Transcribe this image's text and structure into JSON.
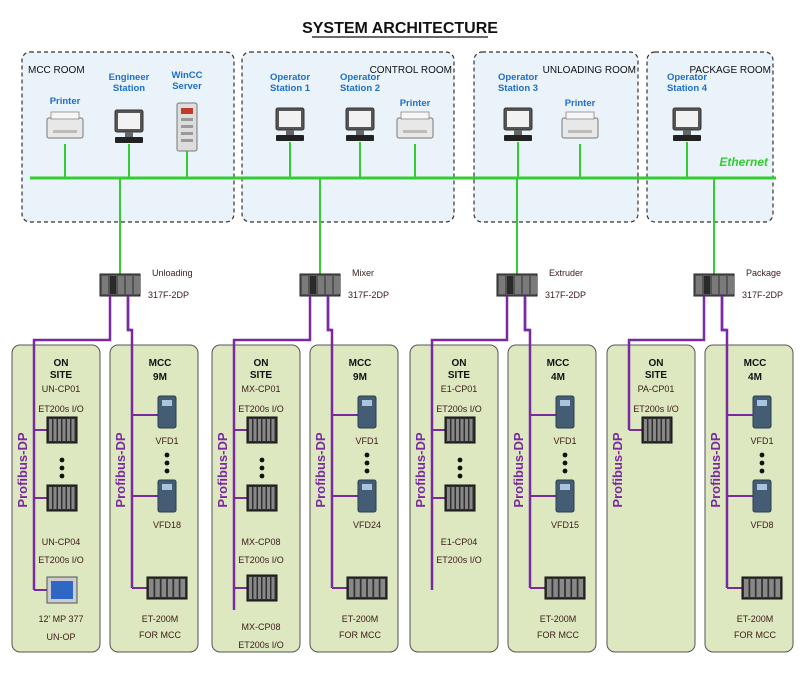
{
  "title": "SYSTEM ARCHITECTURE",
  "colors": {
    "ethernet": "#33cc33",
    "profibus": "#7a2aa0",
    "room_fill": "#eaf3f9",
    "zone_fill": "#dde8c0",
    "label_blue": "#1e6fc8",
    "dark": "#3b1a1a"
  },
  "rooms": [
    {
      "id": "mcc",
      "name": "MCC ROOM"
    },
    {
      "id": "control",
      "name": "CONTROL ROOM"
    },
    {
      "id": "unloading",
      "name": "UNLOADING ROOM"
    },
    {
      "id": "package",
      "name": "PACKAGE ROOM"
    }
  ],
  "room_devices": [
    {
      "id": "printer1",
      "label": "Printer",
      "icon": "printer-icon"
    },
    {
      "id": "eng",
      "label": "Engineer Station",
      "line1": "Engineer",
      "line2": "Station",
      "icon": "workstation-icon"
    },
    {
      "id": "wincc",
      "label": "WinCC Server",
      "line1": "WinCC",
      "line2": "Server",
      "icon": "server-icon"
    },
    {
      "id": "op1",
      "label": "Operator Station 1",
      "line1": "Operator",
      "line2": "Station 1",
      "icon": "workstation-icon"
    },
    {
      "id": "op2",
      "label": "Operator Station 2",
      "line1": "Operator",
      "line2": "Station 2",
      "icon": "workstation-icon"
    },
    {
      "id": "printer2",
      "label": "Printer",
      "icon": "printer-icon"
    },
    {
      "id": "op3",
      "label": "Operator Station 3",
      "line1": "Operator",
      "line2": "Station 3",
      "icon": "workstation-icon"
    },
    {
      "id": "printer3",
      "label": "Printer",
      "icon": "printer-icon"
    },
    {
      "id": "op4",
      "label": "Operator Station 4",
      "line1": "Operator",
      "line2": "Station 4",
      "icon": "workstation-icon"
    }
  ],
  "network": {
    "ethernet_label": "Ethernet",
    "profibus_label": "Profibus-DP"
  },
  "plcs": [
    {
      "name": "Unloading",
      "cpu": "317F-2DP"
    },
    {
      "name": "Mixer",
      "cpu": "317F-2DP"
    },
    {
      "name": "Extruder",
      "cpu": "317F-2DP"
    },
    {
      "name": "Package",
      "cpu": "317F-2DP"
    }
  ],
  "onsite": [
    {
      "head1": "ON",
      "head2": "SITE",
      "top_label": "UN-CP01",
      "top_sub": "ET200s I/O",
      "bottom_label": "UN-CP04",
      "bottom_sub": "ET200s I/O",
      "hmi_label": "12' MP 377",
      "hmi_sub": "UN-OP"
    },
    {
      "head1": "ON",
      "head2": "SITE",
      "top_label": "MX-CP01",
      "top_sub": "ET200s I/O",
      "bottom_label": "MX-CP08",
      "bottom_sub": "ET200s I/O",
      "extra_label": "MX-CP08",
      "extra_sub": "ET200s I/O"
    },
    {
      "head1": "ON",
      "head2": "SITE",
      "top_label": "E1-CP01",
      "top_sub": "ET200s I/O",
      "bottom_label": "E1-CP04",
      "bottom_sub": "ET200s I/O"
    },
    {
      "head1": "ON",
      "head2": "SITE",
      "top_label": "PA-CP01",
      "top_sub": "ET200s I/O"
    }
  ],
  "mcc": [
    {
      "head1": "MCC",
      "head2": "9M",
      "vfd_top": "VFD1",
      "vfd_bottom": "VFD18",
      "et_label": "ET-200M",
      "et_sub": "FOR MCC"
    },
    {
      "head1": "MCC",
      "head2": "9M",
      "vfd_top": "VFD1",
      "vfd_bottom": "VFD24",
      "et_label": "ET-200M",
      "et_sub": "FOR MCC"
    },
    {
      "head1": "MCC",
      "head2": "4M",
      "vfd_top": "VFD1",
      "vfd_bottom": "VFD15",
      "et_label": "ET-200M",
      "et_sub": "FOR MCC"
    },
    {
      "head1": "MCC",
      "head2": "4M",
      "vfd_top": "VFD1",
      "vfd_bottom": "VFD8",
      "et_label": "ET-200M",
      "et_sub": "FOR MCC"
    }
  ]
}
